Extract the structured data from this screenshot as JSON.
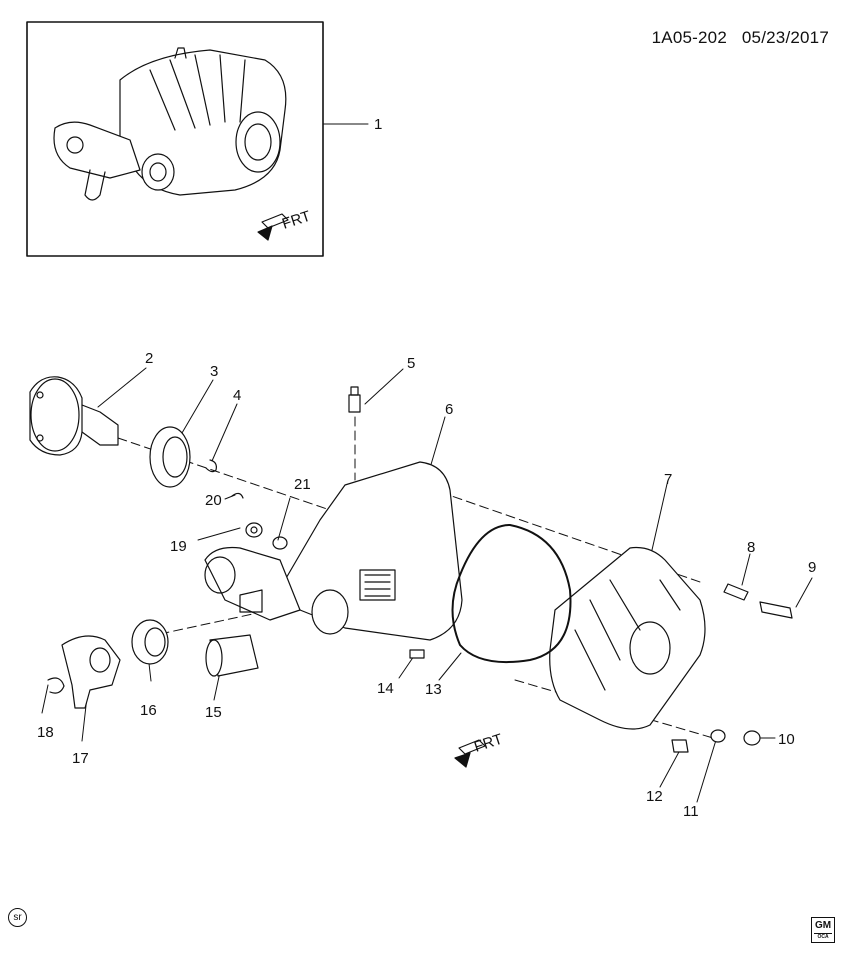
{
  "header": {
    "diagram_code": "1A05-202",
    "date": "05/23/2017"
  },
  "frt_label": "FRT",
  "badge_text": "sr",
  "logo": {
    "text": "GM",
    "subtext": "OCA"
  },
  "callouts": [
    "1",
    "2",
    "3",
    "4",
    "5",
    "6",
    "7",
    "8",
    "9",
    "10",
    "11",
    "12",
    "13",
    "14",
    "15",
    "16",
    "17",
    "18",
    "19",
    "20",
    "21"
  ]
}
